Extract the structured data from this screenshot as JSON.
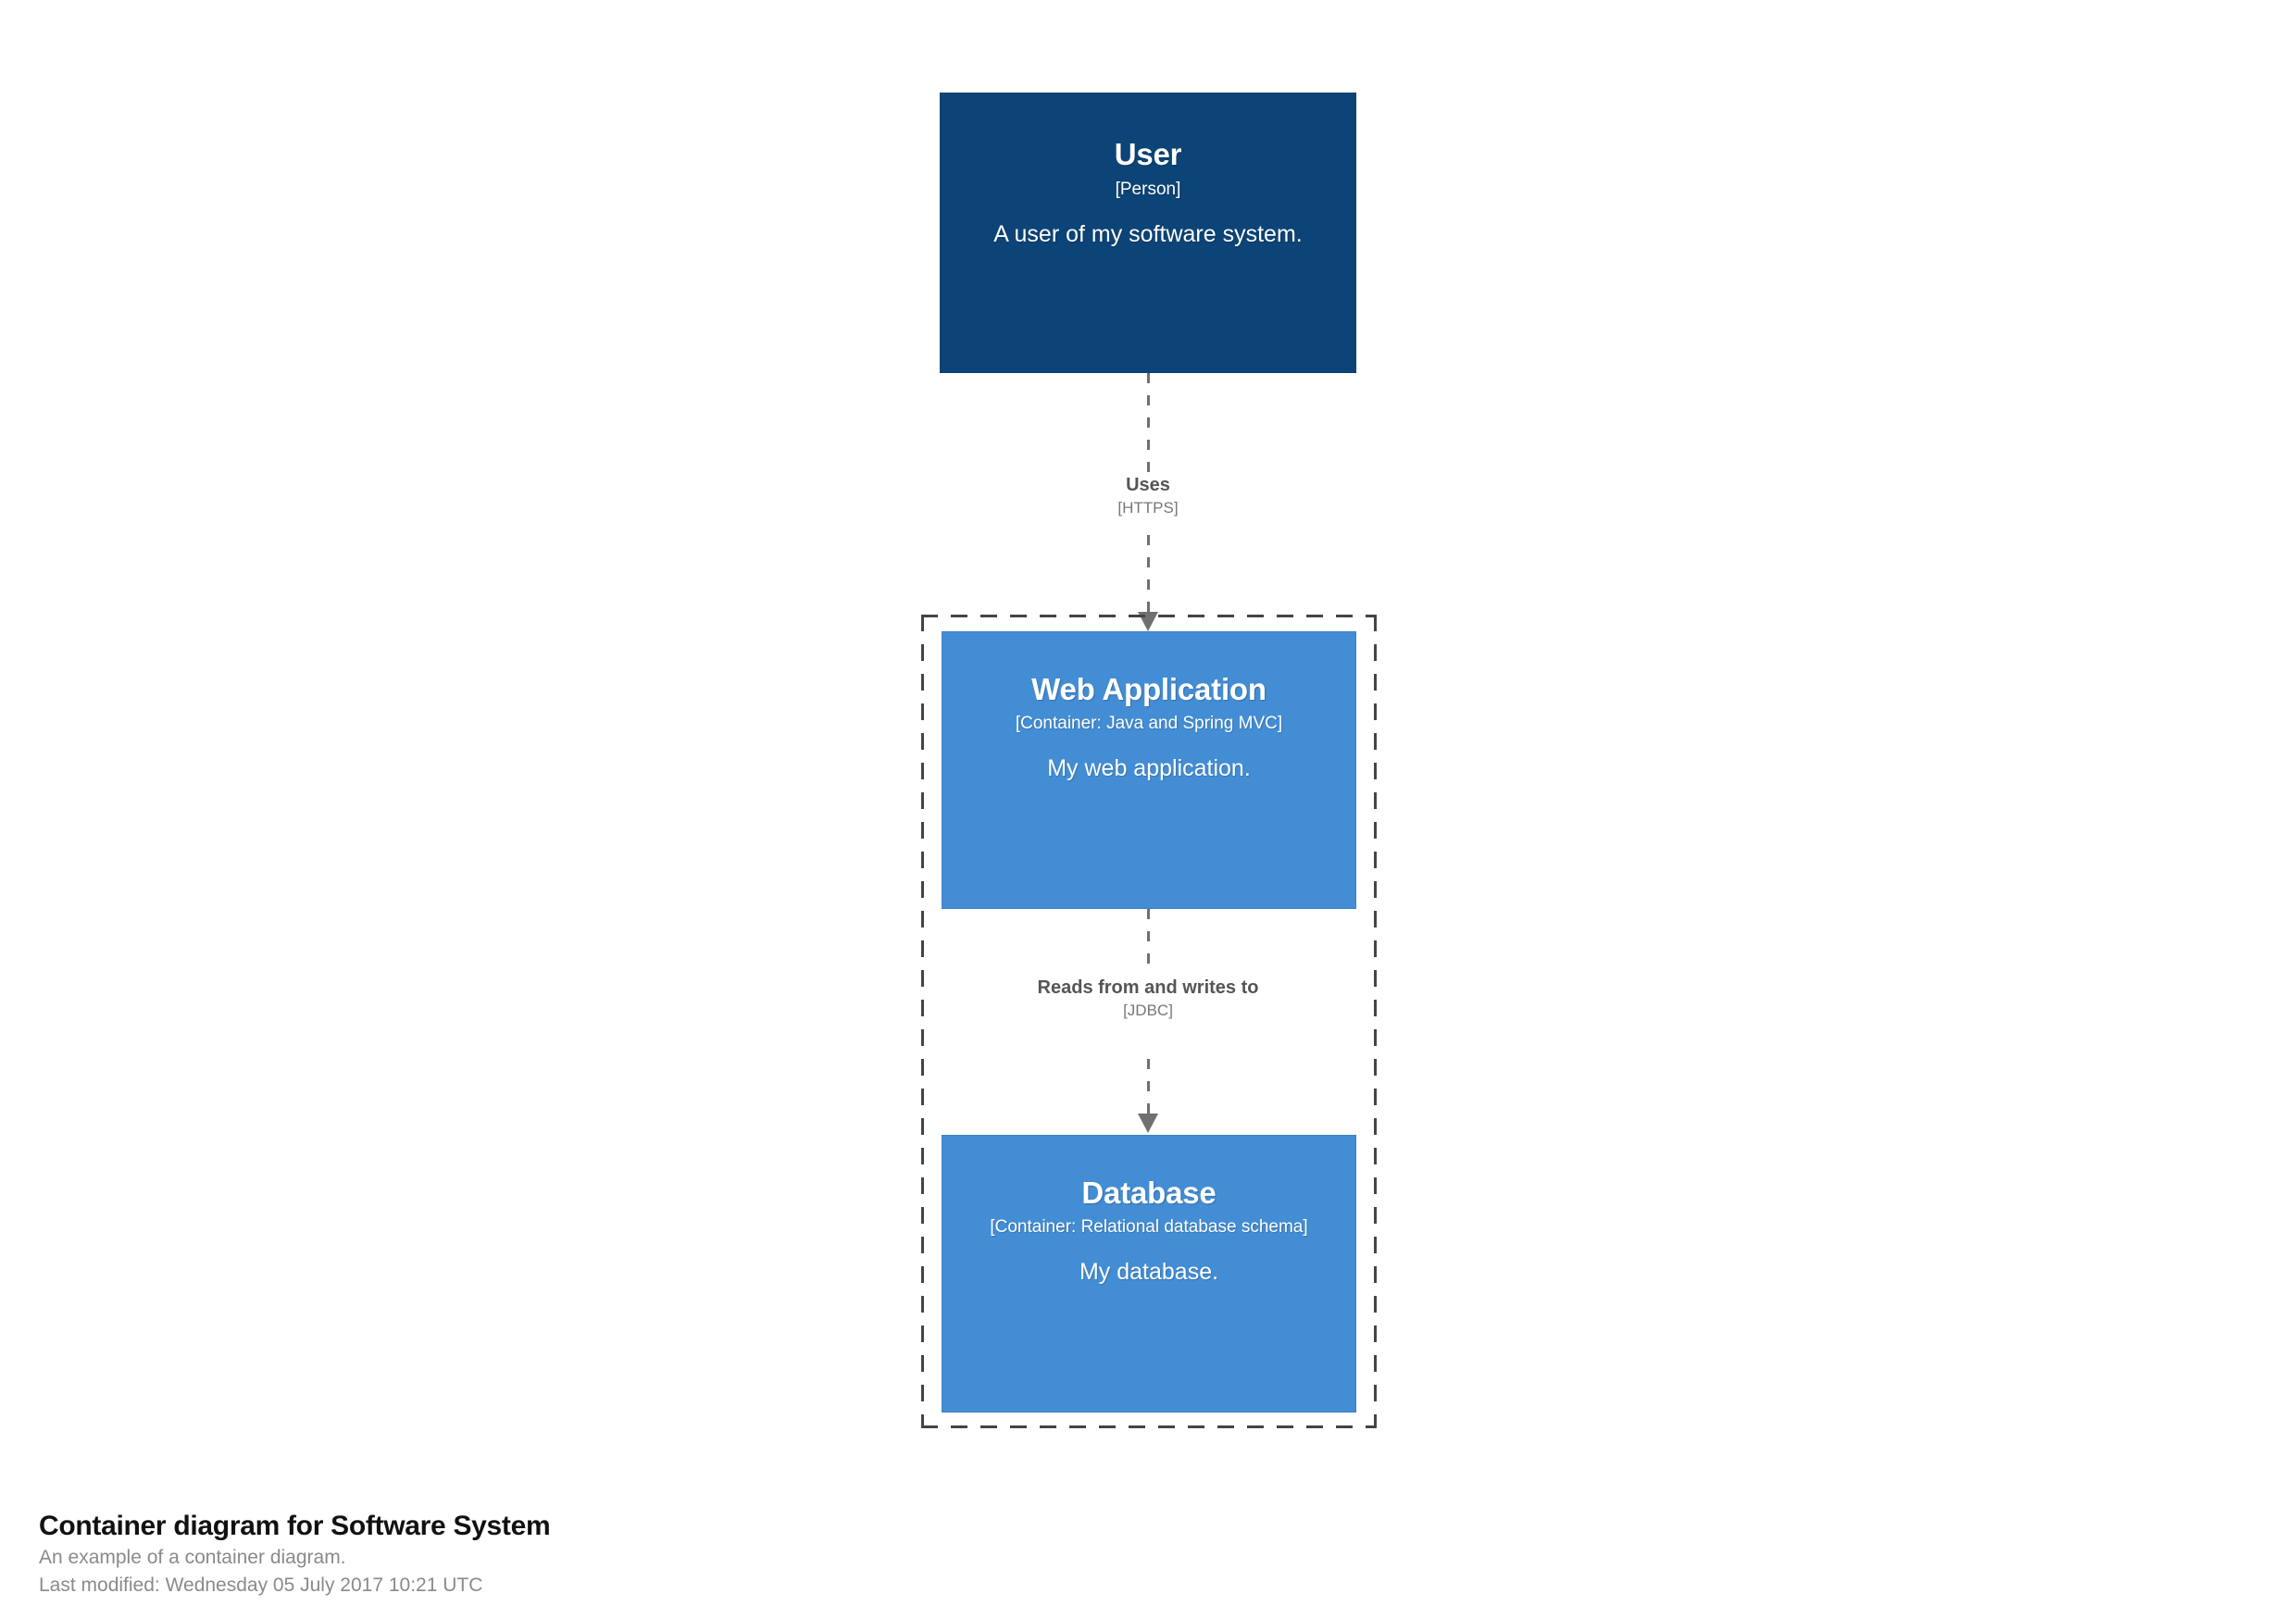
{
  "diagram": {
    "title": "Container diagram for Software System",
    "subtitle": "An example of a container diagram.",
    "last_modified": "Last modified: Wednesday 05 July 2017 10:21 UTC",
    "colors": {
      "person_fill": "#0d4478",
      "container_fill": "#438dd5",
      "boundary_stroke": "#444444",
      "relationship_stroke": "#707070",
      "relationship_label": "#555555",
      "background": "#ffffff"
    }
  },
  "boundary": {
    "name": "software-system-boundary",
    "style": "dashed"
  },
  "nodes": [
    {
      "id": "user",
      "name": "User",
      "tech": "[Person]",
      "description": "A user of my software system.",
      "type": "Person"
    },
    {
      "id": "webapp",
      "name": "Web Application",
      "tech": "[Container: Java and Spring MVC]",
      "description": "My web application.",
      "type": "Container"
    },
    {
      "id": "database",
      "name": "Database",
      "tech": "[Container: Relational database schema]",
      "description": "My database.",
      "type": "Container"
    }
  ],
  "relationships": [
    {
      "id": "uses",
      "source": "user",
      "destination": "webapp",
      "description": "Uses",
      "technology": "[HTTPS]"
    },
    {
      "id": "reads-writes",
      "source": "webapp",
      "destination": "database",
      "description": "Reads from and writes to",
      "technology": "[JDBC]"
    }
  ]
}
